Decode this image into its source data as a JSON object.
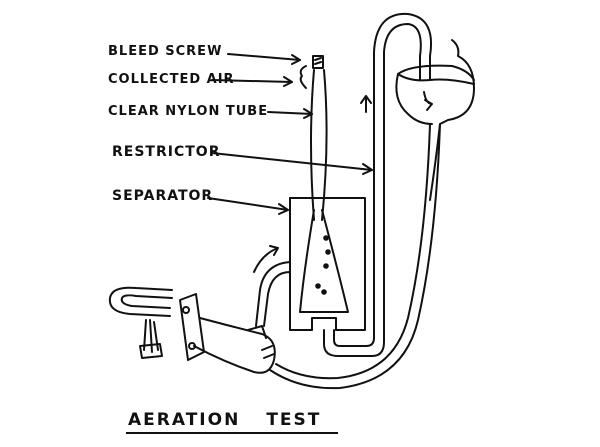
{
  "labels": {
    "bleed_screw": "Bleed Screw",
    "collected_air": "Collected Air",
    "clear_nylon_tube": "Clear Nylon Tube",
    "restrictor": "Restrictor",
    "separator": "Separator"
  },
  "title": {
    "word1": "Aeration",
    "word2": "Test"
  },
  "colors": {
    "ink": "#111111",
    "paper": "#ffffff"
  }
}
